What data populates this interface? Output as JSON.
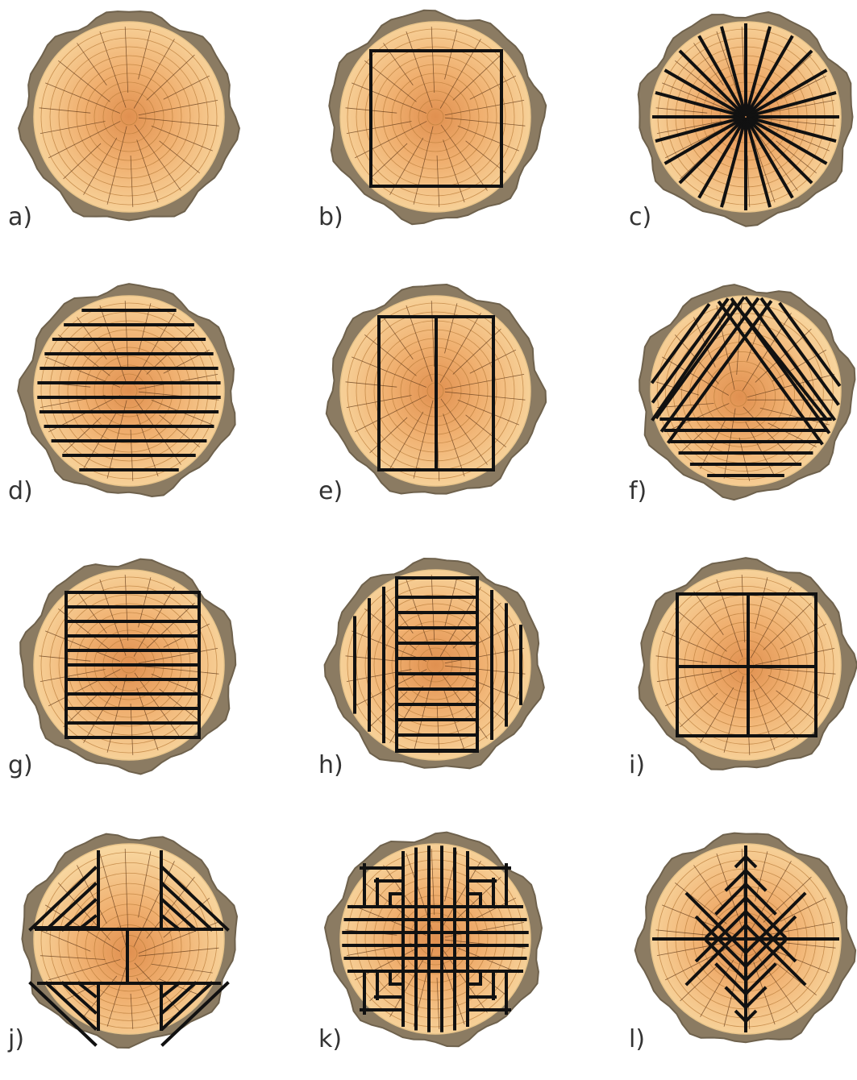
{
  "colors": {
    "bark": "#8b7b62",
    "bark_edge": "#6f624d",
    "wood_light": "#f8d7a0",
    "wood_mid": "#f0b070",
    "wood_core": "#e09050",
    "ring": "#b97c3a",
    "ray": "#6b4220",
    "cut": "#111111"
  },
  "diagrams": [
    {
      "label": "a)",
      "pattern": "plain"
    },
    {
      "label": "b)",
      "pattern": "square-beam"
    },
    {
      "label": "c)",
      "pattern": "radial"
    },
    {
      "label": "d)",
      "pattern": "through-and-through"
    },
    {
      "label": "e)",
      "pattern": "halved-beam"
    },
    {
      "label": "f)",
      "pattern": "triangle"
    },
    {
      "label": "g)",
      "pattern": "cant-sawn"
    },
    {
      "label": "h)",
      "pattern": "cant-with-side-boards"
    },
    {
      "label": "i)",
      "pattern": "quartered-beam"
    },
    {
      "label": "j)",
      "pattern": "split-with-diagonal-boards"
    },
    {
      "label": "k)",
      "pattern": "cross-quarter"
    },
    {
      "label": "l)",
      "pattern": "herringbone"
    }
  ]
}
